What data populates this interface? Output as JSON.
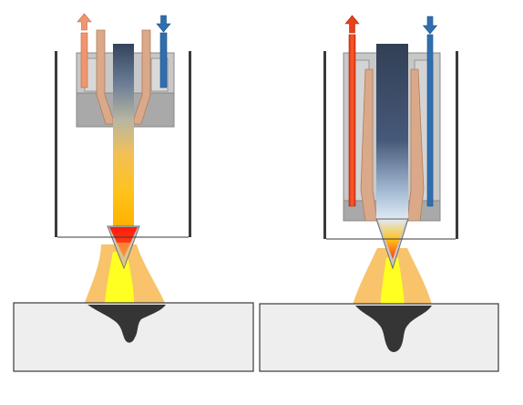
{
  "diagram": {
    "panels": [
      {
        "id": "left",
        "arrows": [
          {
            "direction": "up",
            "color": "#f0956f"
          },
          {
            "direction": "down",
            "color": "#2f6fb0"
          }
        ]
      },
      {
        "id": "right",
        "arrows": [
          {
            "direction": "up",
            "color": "#e8421c"
          },
          {
            "direction": "down",
            "color": "#2f6fb0"
          }
        ]
      }
    ],
    "colors": {
      "outline": "#3a3a3a",
      "housing": "#c8c8c8",
      "housing_dark": "#a9a9a9",
      "copper": "#d9a98a",
      "electrode_top": "#34435c",
      "flame_outer": "#f8c36a",
      "flame_inner": "#ffff22",
      "weld_pool": "#353535",
      "workpiece": "#eeeeee"
    }
  }
}
